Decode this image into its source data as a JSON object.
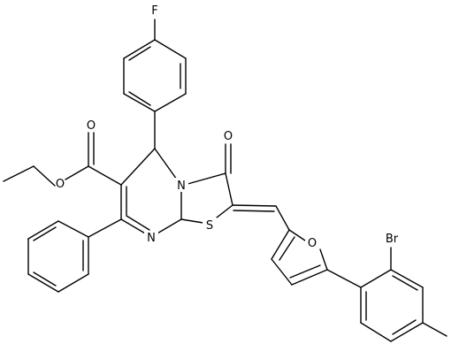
{
  "structure": {
    "atoms": {
      "fluorine": "F",
      "oxygen_ester_carbonyl": "O",
      "oxygen_ester": "O",
      "oxygen_ketone": "O",
      "nitrogen_ring_junction": "N",
      "nitrogen_ring": "N",
      "sulfur": "S",
      "oxygen_furan": "O",
      "bromine": "Br"
    }
  }
}
